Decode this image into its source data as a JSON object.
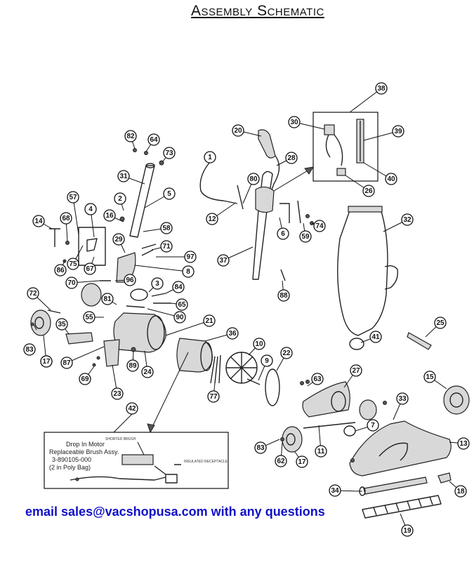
{
  "title": "Assembly Schematic",
  "contact_text": "email sales@vacshopusa.com with any questions",
  "inset_box": {
    "heading_lines": [
      "Drop In Motor",
      "Replaceable Brush Assy.",
      "3-890105-000",
      "(2 in Poly Bag)"
    ],
    "label_shorted_brush": "SHORTED BRUSH",
    "label_insulated_receptacle": "INSULATED RECEPTACLE"
  },
  "part_numbers": [
    "1",
    "2",
    "3",
    "4",
    "5",
    "6",
    "7",
    "8",
    "9",
    "10",
    "11",
    "12",
    "13",
    "14",
    "15",
    "16",
    "17",
    "17",
    "17",
    "18",
    "19",
    "20",
    "21",
    "22",
    "23",
    "24",
    "25",
    "26",
    "27",
    "28",
    "29",
    "30",
    "31",
    "32",
    "33",
    "34",
    "35",
    "36",
    "37",
    "38",
    "39",
    "40",
    "41",
    "42",
    "55",
    "57",
    "58",
    "59",
    "62",
    "63",
    "64",
    "65",
    "67",
    "68",
    "69",
    "70",
    "71",
    "72",
    "73",
    "74",
    "75",
    "77",
    "80",
    "81",
    "82",
    "83",
    "83",
    "84",
    "86",
    "87",
    "88",
    "89",
    "90",
    "96",
    "97"
  ],
  "colors": {
    "line": "#111111",
    "contact_text": "#1010c8",
    "background": "#ffffff"
  }
}
